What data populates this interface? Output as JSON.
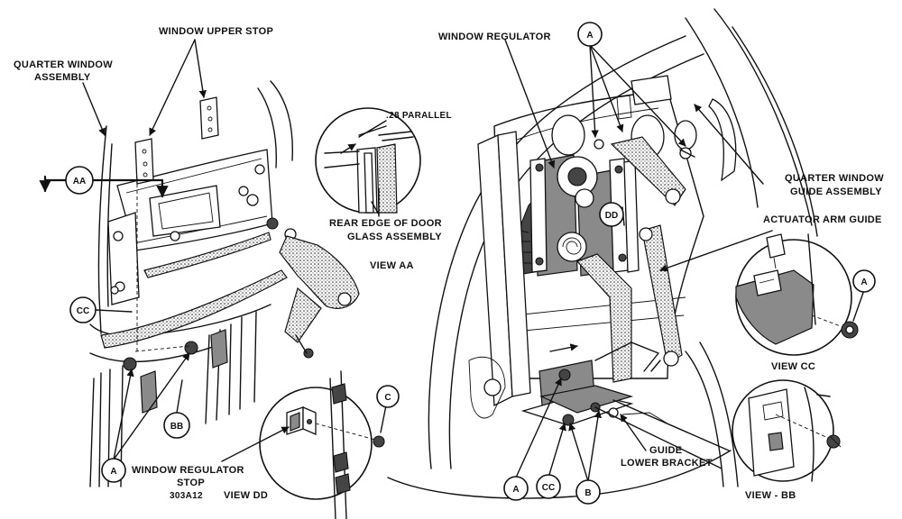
{
  "labels": {
    "window_upper_stop": "WINDOW UPPER STOP",
    "quarter_window_assembly_1": "QUARTER WINDOW",
    "quarter_window_assembly_2": "ASSEMBLY",
    "window_regulator": "WINDOW REGULATOR",
    "parallel_28": ".28 PARALLEL",
    "rear_edge_1": "REAR EDGE OF DOOR",
    "rear_edge_2": "GLASS ASSEMBLY",
    "view_aa": "VIEW AA",
    "quarter_window_guide_1": "QUARTER WINDOW",
    "quarter_window_guide_2": "GUIDE ASSEMBLY",
    "actuator_arm_guide": "ACTUATOR ARM GUIDE",
    "view_cc": "VIEW CC",
    "view_bb": "VIEW - BB",
    "view_dd": "VIEW DD",
    "window_regulator_stop_1": "WINDOW REGULATOR",
    "window_regulator_stop_2": "STOP",
    "part_number": "303A12",
    "guide_lower_bracket_1": "GUIDE",
    "guide_lower_bracket_2": "LOWER BRACKET"
  },
  "callouts": {
    "a": "A",
    "aa": "AA",
    "bb": "BB",
    "cc": "CC",
    "dd": "DD",
    "b": "B",
    "c": "C"
  },
  "colors": {
    "ink": "#111111",
    "paper": "#ffffff",
    "shade": "#8a8a8a"
  }
}
